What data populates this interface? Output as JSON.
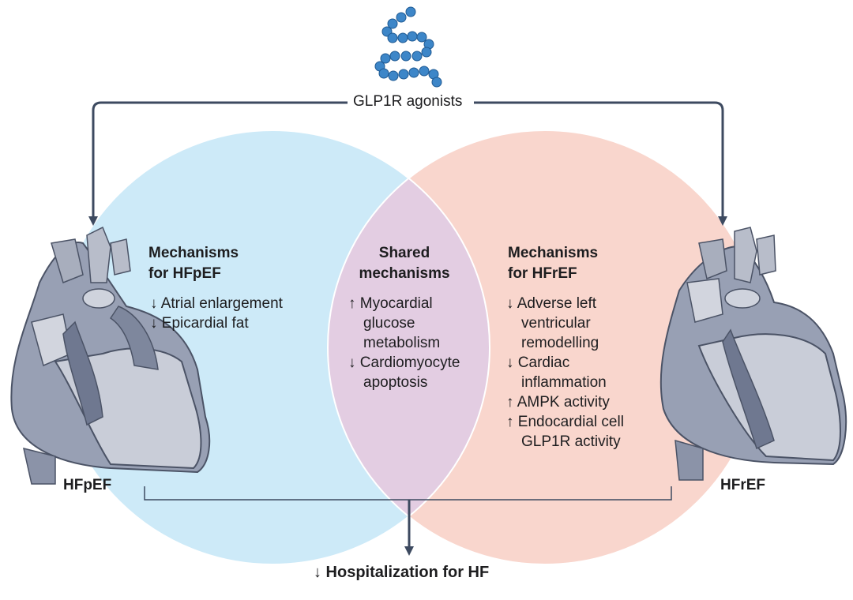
{
  "agonist_label": "GLP1R agonists",
  "hfpef": {
    "heart_label": "HFpEF",
    "heading_line1": "Mechanisms",
    "heading_line2": "for HFpEF",
    "bullets": [
      "↓ Atrial enlargement",
      "↓ Epicardial fat"
    ]
  },
  "shared": {
    "heading_line1": "Shared",
    "heading_line2": "mechanisms",
    "bullets": [
      "↑ Myocardial",
      "glucose",
      "metabolism",
      "↓ Cardiomyocyte",
      "apoptosis"
    ]
  },
  "hfref": {
    "heart_label": "HFrEF",
    "heading_line1": "Mechanisms",
    "heading_line2": "for HFrEF",
    "bullets": [
      "↓ Adverse left",
      "ventricular",
      "remodelling",
      "↓ Cardiac",
      "inflammation",
      "↑ AMPK activity",
      "↑ Endocardial cell",
      "GLP1R activity"
    ]
  },
  "outcome": "↓ Hospitalization for HF",
  "colors": {
    "hfpef_circle": "#cdeaf8",
    "hfref_circle": "#f9d6cd",
    "overlap": "#e3cde2",
    "arrow": "#3d4a60",
    "peptide": "#3d86c8"
  },
  "icons": {
    "peptide": "peptide-chain-icon",
    "heart_left": "heart-anatomy-icon",
    "heart_right": "heart-anatomy-icon"
  }
}
